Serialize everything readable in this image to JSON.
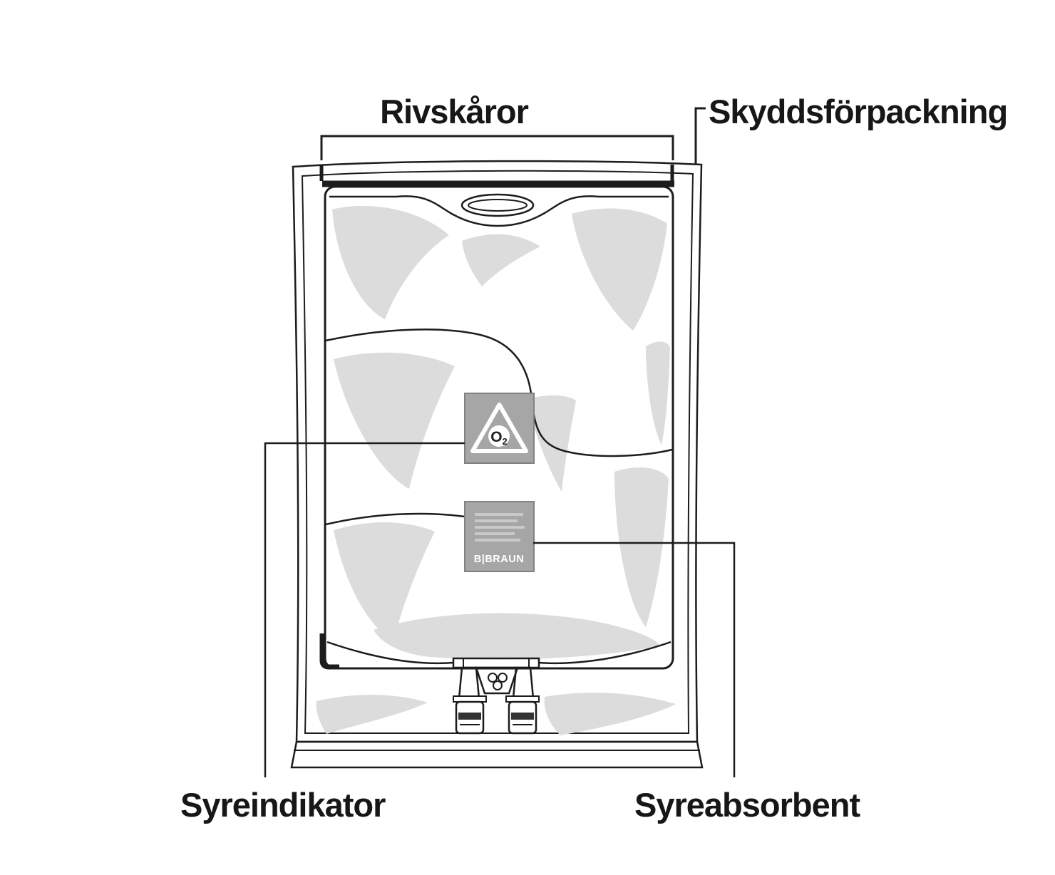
{
  "diagram": {
    "type": "packaging-diagram",
    "labels": {
      "rivskaror": "Rivskåror",
      "skyddsforpackning": "Skyddsförpackning",
      "syreindikator": "Syreindikator",
      "syreabsorbent": "Syreabsorbent"
    },
    "panels": {
      "oxygen_symbol_main": "O",
      "oxygen_symbol_sub": "2",
      "oxygen_absorbent_brand": "B|BRAUN"
    },
    "colors": {
      "line": "#1c1c1c",
      "shade": "#dcdcdc",
      "panel_gray": "#a6a6a6",
      "panel_border": "#818181",
      "background": "#ffffff"
    }
  }
}
